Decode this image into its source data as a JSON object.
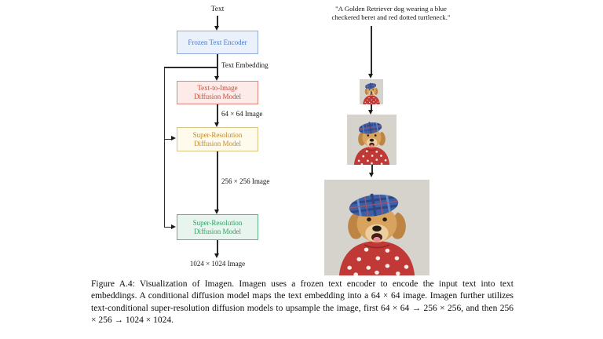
{
  "diagram": {
    "input_label": "Text",
    "nodes": [
      {
        "name": "frozen-text-encoder",
        "label": "Frozen Text Encoder",
        "fill": "#eaf1fb",
        "border": "#92acd9",
        "text_color": "#4a77c8"
      },
      {
        "name": "text-to-image-diffusion-model",
        "line1": "Text-to-Image",
        "line2": "Diffusion Model",
        "fill": "#fcebe9",
        "border": "#e2857c",
        "text_color": "#c44b3a"
      },
      {
        "name": "super-resolution-diffusion-model-1",
        "line1": "Super-Resolution",
        "line2": "Diffusion Model",
        "fill": "#fefaec",
        "border": "#d9c488",
        "text_color": "#c18a2c"
      },
      {
        "name": "super-resolution-diffusion-model-2",
        "line1": "Super-Resolution",
        "line2": "Diffusion Model",
        "fill": "#e8f5ee",
        "border": "#5cb585",
        "text_color": "#2f9e62"
      }
    ],
    "edge_labels": {
      "text_embedding": "Text Embedding",
      "img64": "64 × 64 Image",
      "img256": "256 × 256 Image",
      "img1024": "1024 × 1024 Image"
    }
  },
  "prompt": {
    "line1": "\"A Golden Retriever dog wearing a blue",
    "line2": "checkered beret and red dotted turtleneck.\""
  },
  "example_images": {
    "small_alt": "64 × 64 generated dog image",
    "medium_alt": "256 × 256 upsampled dog image",
    "large_alt": "1024 × 1024 upsampled dog image"
  },
  "caption": {
    "text": "Figure A.4: Visualization of Imagen. Imagen uses a frozen text encoder to encode the input text into text embeddings. A conditional diffusion model maps the text embedding into a 64 × 64 image. Imagen further utilizes text-conditional super-resolution diffusion models to upsample the image, first 64 × 64 → 256 × 256, and then 256 × 256 → 1024 × 1024."
  }
}
